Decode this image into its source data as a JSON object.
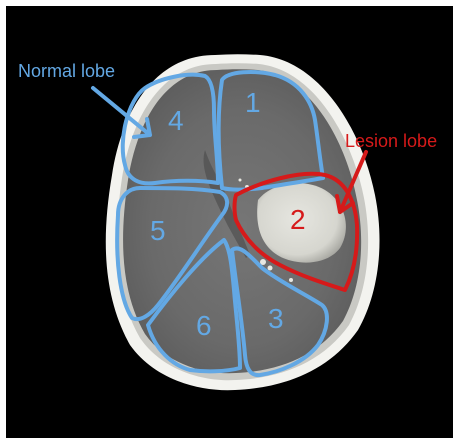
{
  "annotations": {
    "normal_label": "Normal lobe",
    "lesion_label": "Lesion lobe",
    "normal_color": "#63a8e4",
    "lesion_color": "#d61a1a"
  },
  "regions": [
    {
      "id": "1",
      "label": "1",
      "type": "normal"
    },
    {
      "id": "2",
      "label": "2",
      "type": "lesion"
    },
    {
      "id": "3",
      "label": "3",
      "type": "normal"
    },
    {
      "id": "4",
      "label": "4",
      "type": "normal"
    },
    {
      "id": "5",
      "label": "5",
      "type": "normal"
    },
    {
      "id": "6",
      "label": "6",
      "type": "normal"
    }
  ],
  "image": {
    "background_color": "#000000",
    "frame_color": "#ffffff",
    "skull_color": "#f4f4f0",
    "brain_color": "#6e6e6e",
    "lesion_fill_color": "#dcdcd6"
  }
}
